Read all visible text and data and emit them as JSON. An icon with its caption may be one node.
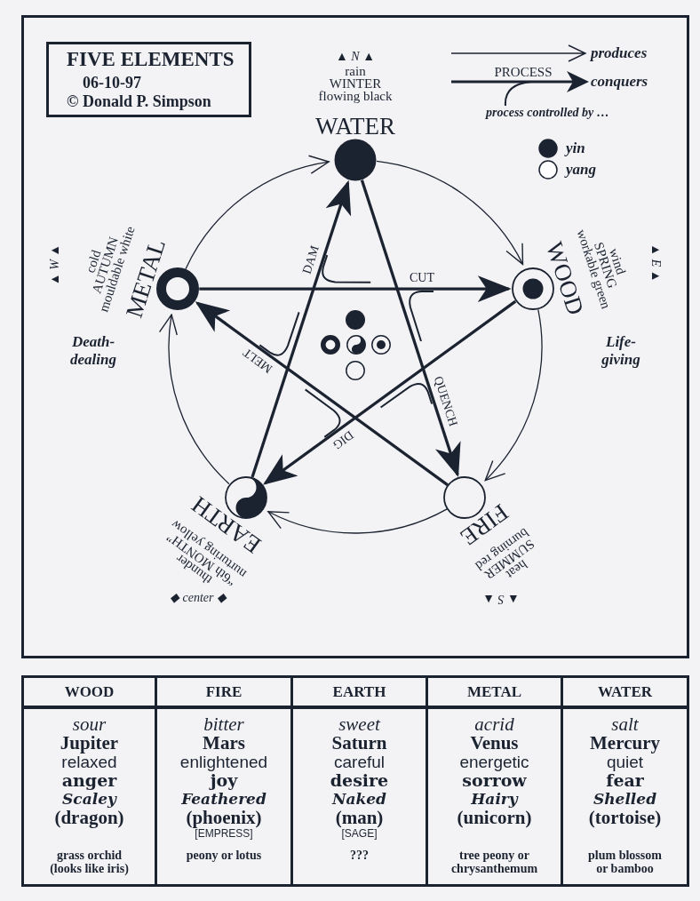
{
  "diagram": {
    "title": "FIVE ELEMENTS",
    "nodes": [
      {
        "text": [
          "WATER"
        ],
        "beside": [
          "rain",
          "WINTER",
          "flowing black"
        ]
      },
      {
        "text": [
          "METAL"
        ],
        "beside": [
          "cold",
          "AUTUMN",
          "mouldable white"
        ]
      },
      {
        "text": [
          "WOOD"
        ],
        "beside": [
          "wind",
          "SPRING",
          "workable green"
        ]
      },
      {
        "text": [
          "EARTH"
        ],
        "beside": [
          "thunder",
          "“6th MONTH”",
          "nurturing yellow"
        ]
      },
      {
        "text": [
          "FIRE"
        ],
        "beside": [
          "heat",
          "SUMMER",
          "burning red"
        ]
      }
    ],
    "edges": [
      {
        "from": 0,
        "to": 2,
        "arrow": "to"
      },
      {
        "from": 2,
        "to": 4,
        "arrow": "to"
      },
      {
        "from": 4,
        "to": 3,
        "arrow": "to"
      },
      {
        "from": 3,
        "to": 1,
        "arrow": "to"
      },
      {
        "from": 1,
        "to": 0,
        "arrow": "to"
      },
      {
        "from": 1,
        "to": 2,
        "arrow": "to",
        "label": "CUT",
        "style": "thick"
      },
      {
        "from": 0,
        "to": 4,
        "arrow": "to",
        "label": "QUENCH",
        "style": "thick"
      },
      {
        "from": 2,
        "to": 3,
        "arrow": "to",
        "label": "DIG",
        "style": "thick"
      },
      {
        "from": 4,
        "to": 1,
        "arrow": "to",
        "label": "MELT",
        "style": "thick"
      },
      {
        "from": 3,
        "to": 0,
        "arrow": "to",
        "label": "DAM",
        "style": "thick"
      }
    ],
    "labels": [
      "06-10-97",
      "© Donald P. Simpson",
      "▲ N ▲",
      "PROCESS",
      "▲ W ▲",
      "▲ E ▲",
      "Death-dealing",
      "Life-giving",
      "◆ center ◆",
      "▲ S ▲",
      "WOOD",
      "FIRE",
      "EARTH",
      "METAL",
      "WATER",
      "sour",
      "bitter",
      "sweet",
      "acrid",
      "salt",
      "Jupiter",
      "Mars",
      "Saturn",
      "Venus",
      "Mercury",
      "relaxed",
      "enlightened",
      "careful",
      "energetic",
      "quiet",
      "anger",
      "joy",
      "desire",
      "sorrow",
      "fear",
      "Scaley",
      "Feathered",
      "Naked",
      "Hairy",
      "Shelled",
      "(dragon)",
      "(phoenix)",
      "(man)",
      "(unicorn)",
      "(tortoise)",
      "[EMPRESS]",
      "[SAGE]",
      "grass orchid (looks like iris)",
      "peony or lotus",
      "???",
      "tree peony or chrysanthemum",
      "plum blossom or bamboo"
    ],
    "legend": [
      {
        "text": "produces"
      },
      {
        "text": "conquers"
      },
      {
        "text": "process controlled by …"
      },
      {
        "text": "yin",
        "color": "#1c2330"
      },
      {
        "text": "yang",
        "color": "#ffffff"
      }
    ]
  }
}
